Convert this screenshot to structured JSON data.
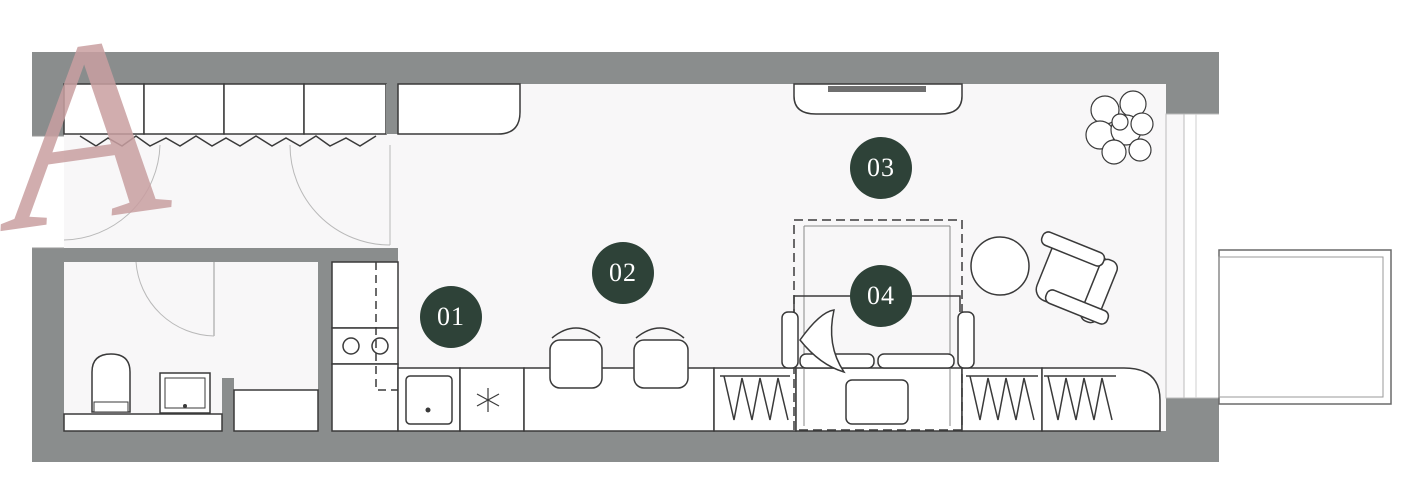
{
  "plan": {
    "logo_letter": "A",
    "colors": {
      "wall": "#8a8d8d",
      "floor": "#f8f7f8",
      "line": "#3a3a3a",
      "label_bg": "#2e4238",
      "label_text": "#ffffff",
      "logo": "#c99fa1"
    },
    "labels": [
      {
        "number": "01"
      },
      {
        "number": "02"
      },
      {
        "number": "03"
      },
      {
        "number": "04"
      }
    ]
  }
}
